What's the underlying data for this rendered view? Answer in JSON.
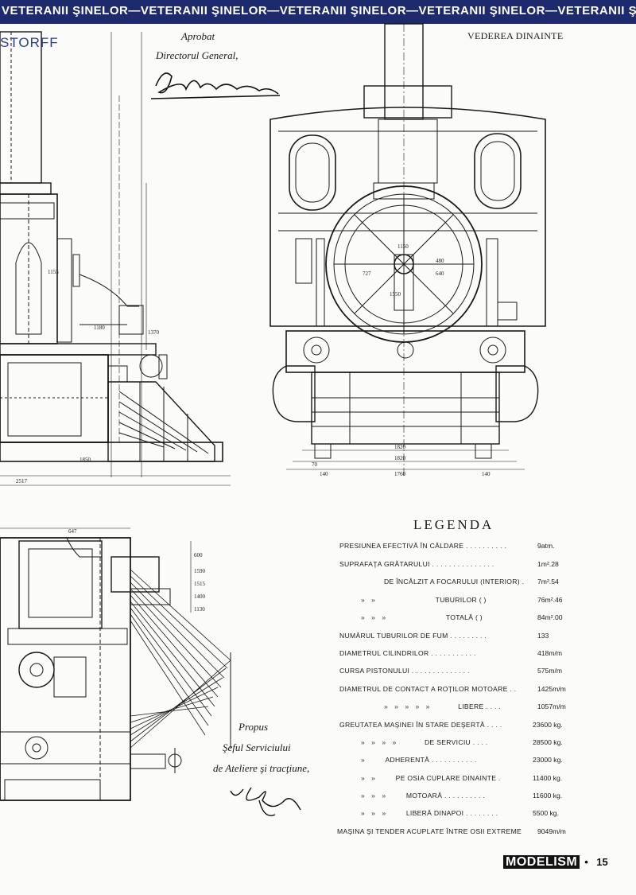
{
  "header": {
    "banner_text": "VETERANII ŞINELOR—VETERANII ŞINELOR—VETERANII ŞINELOR—VETERANII ŞINELOR—VETERANII ŞINELOR—",
    "maker_fragment": "STORFF",
    "approved": "Aprobat",
    "director": "Directorul General,",
    "front_view": "VEDEREA DINAINTE"
  },
  "approval_signature_icon": "handwritten-signature",
  "legend": {
    "title": "LEGENDA",
    "rows": [
      {
        "label": "PRESIUNEA EFECTIVĂ ÎN CĂLDARE",
        "value": "9atm."
      },
      {
        "label": "SUPRAFAŢA GRĂTARULUI",
        "value": "1m².28"
      },
      {
        "label": "DE ÎNCĂLZIT A FOCARULUI (INTERIOR)",
        "value": "7m².54"
      },
      {
        "label": "TUBURILOR ( )",
        "value": "76m².46"
      },
      {
        "label": "TOTALĂ ( )",
        "value": "84m².00"
      },
      {
        "label": "NUMĂRUL TUBURILOR DE FUM",
        "value": "133"
      },
      {
        "label": "DIAMETRUL CILINDRILOR",
        "value": "418m/m"
      },
      {
        "label": "CURSA PISTONULUI",
        "value": "575m/m"
      },
      {
        "label": "DIAMETRUL DE CONTACT A ROŢILOR MOTOARE",
        "value": "1425m/m"
      },
      {
        "label": "LIBERE",
        "value": "1057m/m"
      },
      {
        "label": "GREUTATEA MAŞINEI ÎN STARE DEŞERTĂ",
        "value": "23600 kg."
      },
      {
        "label": "DE SERVICIU",
        "value": "28500 kg."
      },
      {
        "label": "ADHERENTĂ",
        "value": "23000 kg."
      },
      {
        "label": "PE OSIA CUPLARE DINAINTE",
        "value": "11400 kg."
      },
      {
        "label": "MOTOARĂ",
        "value": "11600 kg."
      },
      {
        "label": "LIBERĂ DINAPOI",
        "value": "5500 kg."
      },
      {
        "label": "MAŞINA ŞI TENDER ACUPLATE ÎNTRE OSII EXTREME",
        "value": "9049m/m"
      }
    ]
  },
  "signoff": {
    "proposed": "Propus",
    "chief": "Şeful Serviciului",
    "workshops": "de Ateliere şi tracţiune,"
  },
  "footer": {
    "brand": "MODELISM",
    "page": "15"
  },
  "drawing_dimensions": {
    "front": [
      "1820",
      "1760",
      "1820",
      "140",
      "140",
      "70",
      "1150",
      "640",
      "480",
      "727",
      "1550"
    ],
    "side": [
      "2517",
      "1850",
      "1155",
      "1180",
      "1370"
    ],
    "plan": [
      "647",
      "600",
      "1590",
      "1515",
      "1400",
      "1130"
    ]
  }
}
